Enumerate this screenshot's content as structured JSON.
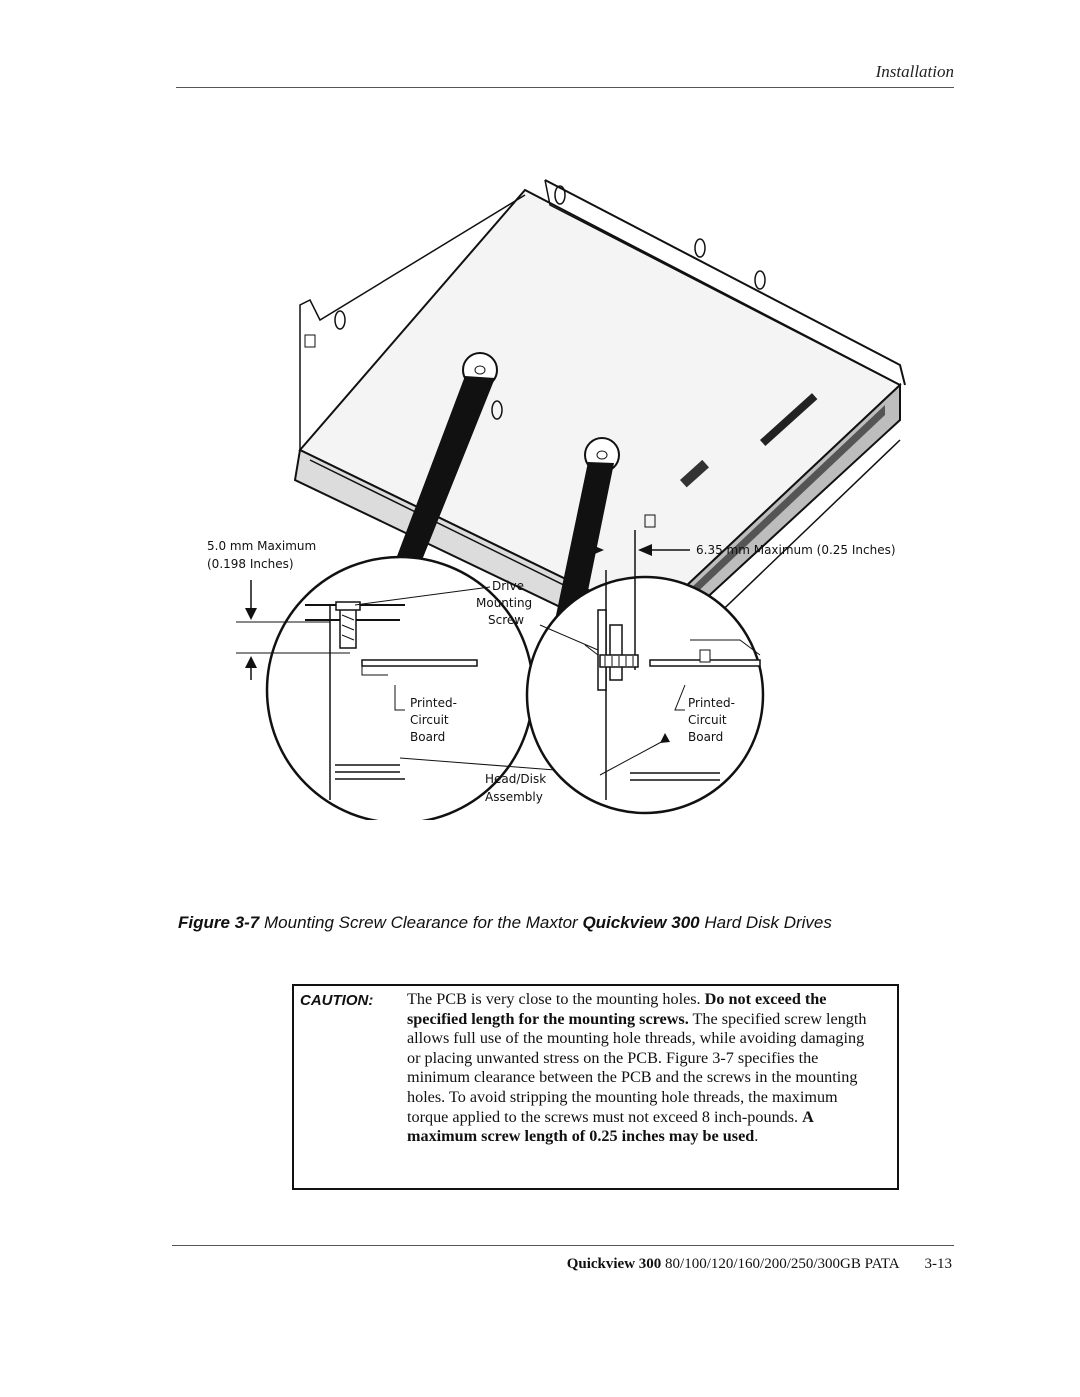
{
  "header": {
    "section_title": "Installation"
  },
  "figure": {
    "labels": {
      "max_left_line1": "5.0 mm Maximum",
      "max_left_line2": "(0.198 Inches)",
      "max_right": "6.35   mm Maximum (0.25 Inches)",
      "drive_line1": "Drive",
      "drive_line2": "Mounting",
      "drive_line3": "Screw",
      "pcb_left_line1": "Printed-",
      "pcb_left_line2": "Circuit",
      "pcb_left_line3": "Board",
      "pcb_right_line1": "Printed-",
      "pcb_right_line2": "Circuit",
      "pcb_right_line3": "Board",
      "hda_line1": "Head/Disk",
      "hda_line2": "Assembly"
    },
    "caption": {
      "figure_word": "Figure",
      "figure_number": "3-7",
      "text_before": "Mounting Screw Clearance for the Maxtor",
      "product": "Quickview 300",
      "text_after": "Hard Disk Drives"
    }
  },
  "caution": {
    "label": "CAUTION:",
    "text1": "The PCB is very close to the mounting holes. ",
    "bold1": "Do not exceed the specified length for the mounting screws.",
    "text2": " The specified screw length allows full use of the mounting hole threads, while avoiding damaging or placing unwanted stress on the PCB. Figure 3-7 specifies the minimum clearance between the PCB and the screws in the mounting holes. To avoid stripping the mounting hole threads, the maximum torque applied to the screws must not exceed 8 inch-pounds. ",
    "bold2": "A maximum screw length of 0.25 inches may be used",
    "text3": "."
  },
  "footer": {
    "product": "Quickview 300",
    "models": "80/100/120/160/200/250/300GB PATA",
    "page": "3-13"
  }
}
